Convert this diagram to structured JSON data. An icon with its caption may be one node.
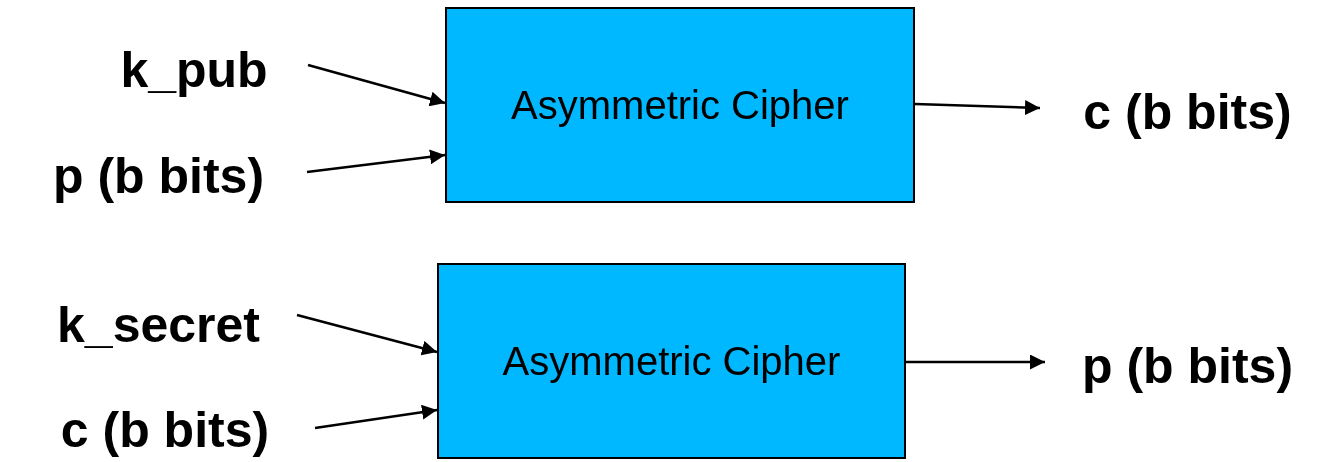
{
  "diagram": {
    "nodes": [
      {
        "text": [
          "Asymmetric Cipher"
        ]
      },
      {
        "text": [
          "k_pub"
        ]
      },
      {
        "text": [
          "p (b bits)"
        ]
      },
      {
        "text": [
          "c (b bits)"
        ]
      },
      {
        "text": [
          "Asymmetric Cipher"
        ]
      },
      {
        "text": [
          "k_secret"
        ]
      },
      {
        "text": [
          "c (b bits)"
        ]
      },
      {
        "text": [
          "p (b bits)"
        ]
      }
    ],
    "edges": [
      {
        "from": 1,
        "to": 0,
        "arrow": "to"
      },
      {
        "from": 2,
        "to": 0,
        "arrow": "to"
      },
      {
        "from": 0,
        "to": 3,
        "arrow": "to"
      },
      {
        "from": 5,
        "to": 4,
        "arrow": "to"
      },
      {
        "from": 6,
        "to": 4,
        "arrow": "to"
      },
      {
        "from": 4,
        "to": 7,
        "arrow": "to"
      }
    ]
  }
}
